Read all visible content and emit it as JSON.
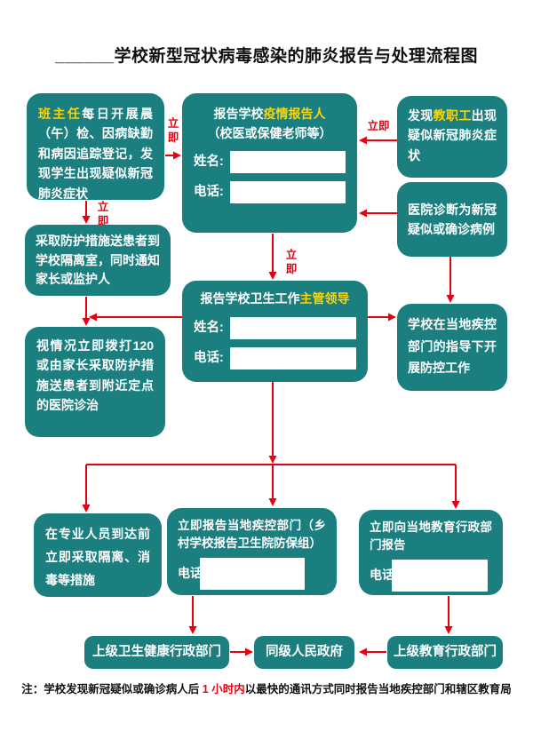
{
  "title": "______学校新型冠状病毒感染的肺炎报告与处理流程图",
  "colors": {
    "box_teal": "#1b7f80",
    "arrow_red": "#e60012",
    "highlight_yellow": "#ffd400",
    "text_white": "#ffffff"
  },
  "labels": {
    "immediate": "立即"
  },
  "nodes": {
    "teacher_check": {
      "highlight": "班主任",
      "rest": "每日开展晨（午）检、因病缺勤和病因追踪登记，发现学生出现疑似新冠肺炎症状"
    },
    "report_epidemic_person": {
      "prefix": "报告学校",
      "highlight": "疫情报告人",
      "line2": "（校医或保健老师等）",
      "name_label": "姓名:",
      "phone_label": "电话:",
      "name_value": "",
      "phone_value": ""
    },
    "staff_symptom": {
      "prefix": "发现",
      "highlight": "教职工",
      "rest": "出现疑似新冠肺炎症状"
    },
    "hospital_diagnosis": {
      "text": "医院诊断为新冠疑似或确诊病例"
    },
    "isolation_room": {
      "text": "采取防护措施送患者到学校隔离室，同时通知家长或监护人"
    },
    "report_health_leader": {
      "prefix": "报告学校卫生工作",
      "highlight": "主管领导",
      "name_label": "姓名:",
      "phone_label": "电话:",
      "name_value": "",
      "phone_value": ""
    },
    "cdc_guidance": {
      "text": "学校在当地疾控部门的指导下开展防控工作"
    },
    "call_120": {
      "text": "视情况立即拨打120 或由家长采取防护措施送患者到附近定点的医院诊治"
    },
    "pre_arrival_measures": {
      "text": "在专业人员到达前立即采取隔离、消毒等措施"
    },
    "report_cdc": {
      "text": "立即报告当地疾控部门（乡村学校报告卫生院防保组）",
      "phone_label": "电话",
      "phone_value": ""
    },
    "report_education": {
      "text": "立即向当地教育行政部门报告",
      "phone_label": "电话",
      "phone_value": ""
    },
    "higher_health_dept": {
      "text": "上级卫生健康行政部门"
    },
    "same_level_gov": {
      "text": "同级人民政府"
    },
    "higher_education_dept": {
      "text": "上级教育行政部门"
    }
  },
  "note": {
    "prefix": "注：学校发现新冠疑似或确诊病人后 ",
    "highlight": "1 小时内",
    "suffix": "以最快的通讯方式同时报告当地疾控部门和辖区教育局"
  }
}
